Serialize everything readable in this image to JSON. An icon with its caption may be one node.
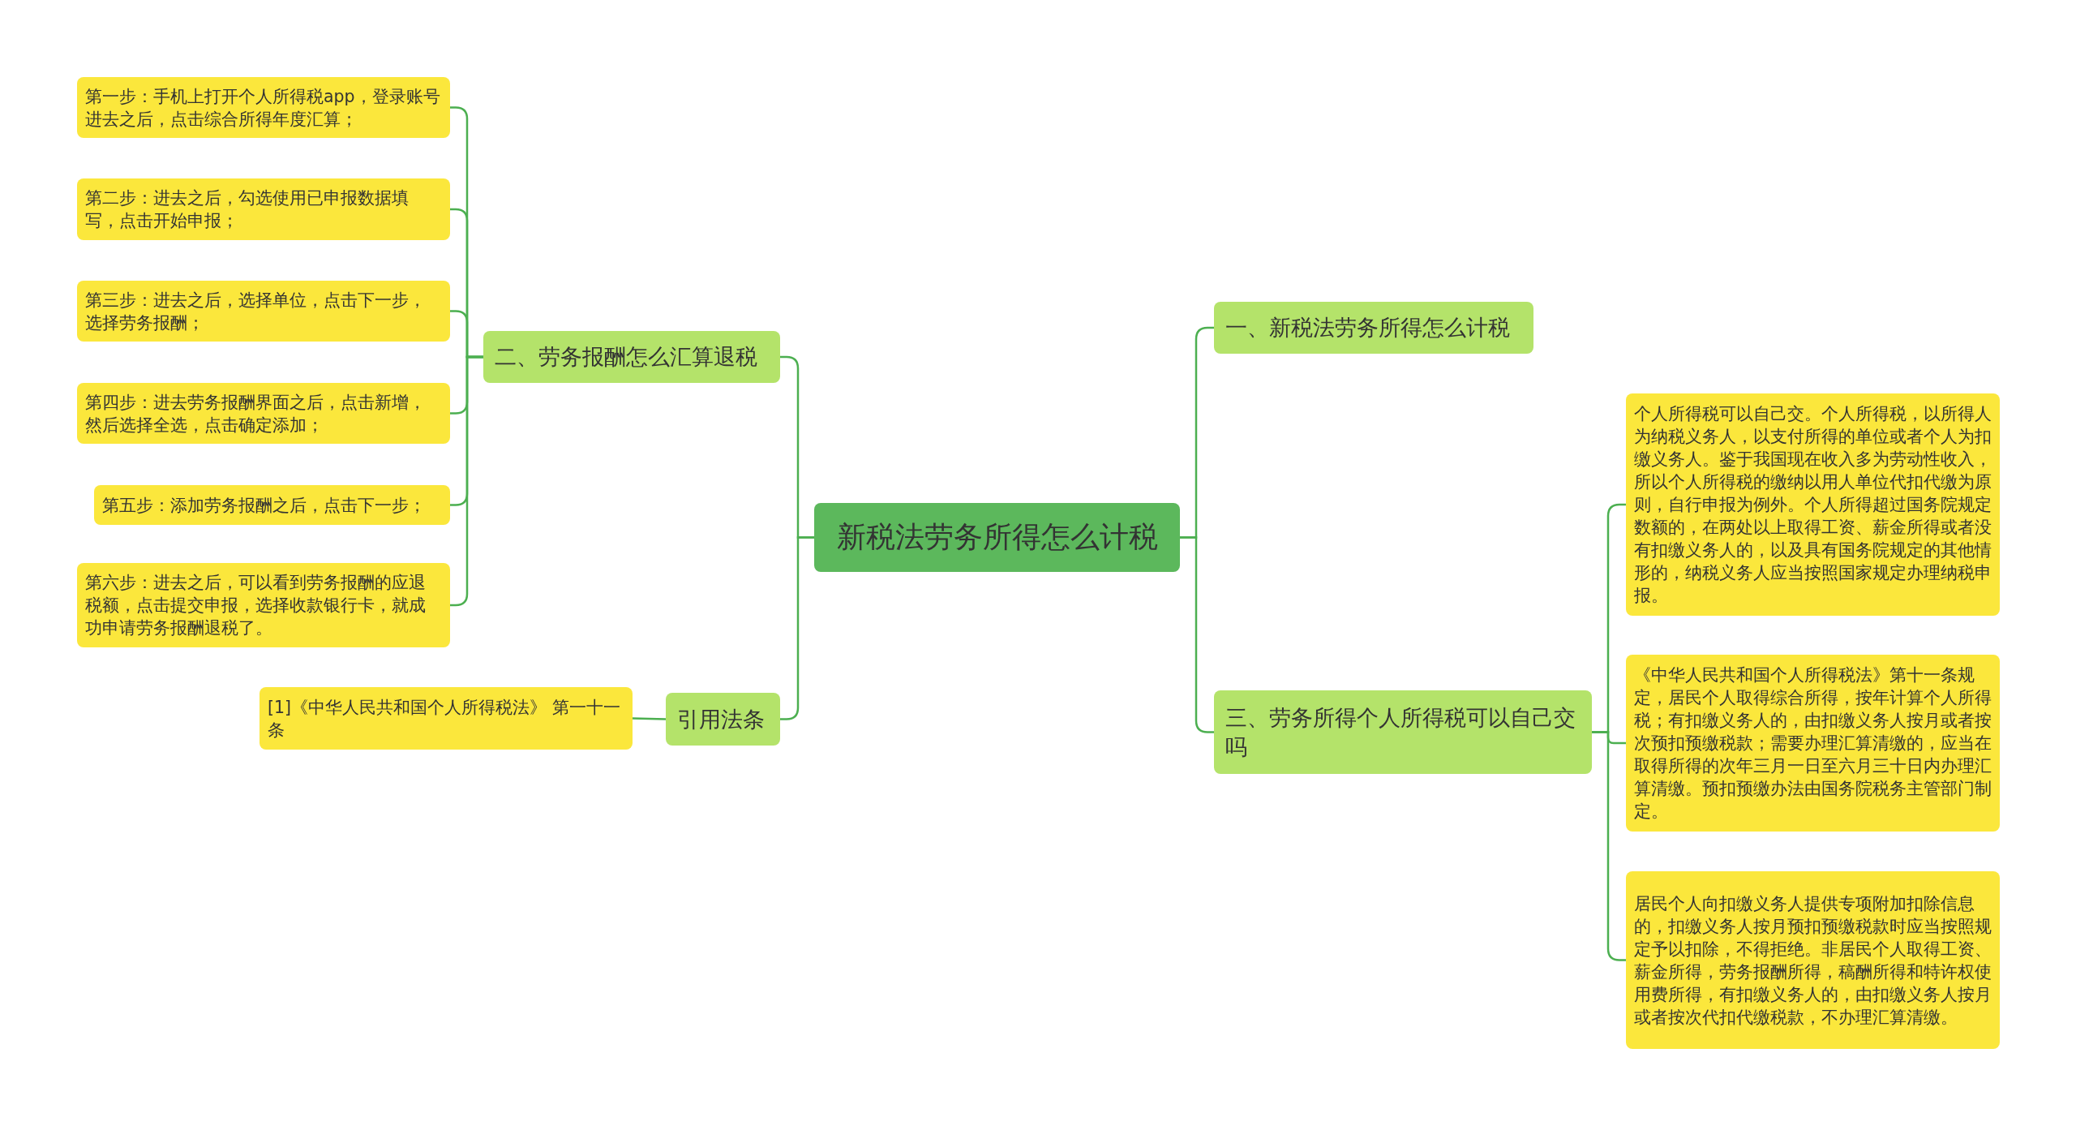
{
  "diagram": {
    "nodes": [
      {
        "text": [
          "新税法劳务所得怎么计税"
        ]
      },
      {
        "text": [
          "二、劳务报酬怎么汇算退税"
        ]
      },
      {
        "text": [
          "第一步：手机上打开个人所得税app，登录账号进去之后，点击综合所得年度汇算；"
        ]
      },
      {
        "text": [
          "第二步：进去之后，勾选使用已申报数据填写，点击开始申报；"
        ]
      },
      {
        "text": [
          "第三步：进去之后，选择单位，点击下一步，选择劳务报酬；"
        ]
      },
      {
        "text": [
          "第四步：进去劳务报酬界面之后，点击新增，然后选择全选，点击确定添加；"
        ]
      },
      {
        "text": [
          "第五步：添加劳务报酬之后，点击下一步；"
        ]
      },
      {
        "text": [
          "第六步：进去之后，可以看到劳务报酬的应退税额，点击提交申报，选择收款银行卡，就成功申请劳务报酬退税了。"
        ]
      },
      {
        "text": [
          "引用法条"
        ]
      },
      {
        "text": [
          "[1]《中华人民共和国个人所得税法》 第一十一条"
        ]
      },
      {
        "text": [
          "一、新税法劳务所得怎么计税"
        ]
      },
      {
        "text": [
          "三、劳务所得个人所得税可以自己交吗"
        ]
      },
      {
        "text": [
          "个人所得税可以自己交。个人所得税，以所得人为纳税义务人，以支付所得的单位或者个人为扣缴义务人。鉴于我国现在收入多为劳动性收入，所以个人所得税的缴纳以用人单位代扣代缴为原则，自行申报为例外。个人所得超过国务院规定数额的，在两处以上取得工资、薪金所得或者没有扣缴义务人的，以及具有国务院规定的其他情形的，纳税义务人应当按照国家规定办理纳税申报。"
        ]
      },
      {
        "text": [
          "《中华人民共和国个人所得税法》第十一条规定，居民个人取得综合所得，按年计算个人所得税；有扣缴义务人的，由扣缴义务人按月或者按次预扣预缴税款；需要办理汇算清缴的，应当在取得所得的次年三月一日至六月三十日内办理汇算清缴。预扣预缴办法由国务院税务主管部门制定。"
        ]
      },
      {
        "text": [
          "居民个人向扣缴义务人提供专项附加扣除信息的，扣缴义务人按月预扣预缴税款时应当按照规定予以扣除，不得拒绝。非居民个人取得工资、薪金所得，劳务报酬所得，稿酬所得和特许权使用费所得，有扣缴义务人的，由扣缴义务人按月或者按次代扣代缴税款，不办理汇算清缴。"
        ]
      }
    ],
    "edges": [
      {
        "from": 0,
        "to": 1,
        "arrow": "none"
      },
      {
        "from": 1,
        "to": 2,
        "arrow": "none"
      },
      {
        "from": 1,
        "to": 3,
        "arrow": "none"
      },
      {
        "from": 1,
        "to": 4,
        "arrow": "none"
      },
      {
        "from": 1,
        "to": 5,
        "arrow": "none"
      },
      {
        "from": 1,
        "to": 6,
        "arrow": "none"
      },
      {
        "from": 1,
        "to": 7,
        "arrow": "none"
      },
      {
        "from": 0,
        "to": 8,
        "arrow": "none"
      },
      {
        "from": 8,
        "to": 9,
        "arrow": "none"
      },
      {
        "from": 0,
        "to": 10,
        "arrow": "none"
      },
      {
        "from": 0,
        "to": 11,
        "arrow": "none"
      },
      {
        "from": 11,
        "to": 12,
        "arrow": "none"
      },
      {
        "from": 11,
        "to": 13,
        "arrow": "none"
      },
      {
        "from": 11,
        "to": 14,
        "arrow": "none"
      }
    ]
  }
}
